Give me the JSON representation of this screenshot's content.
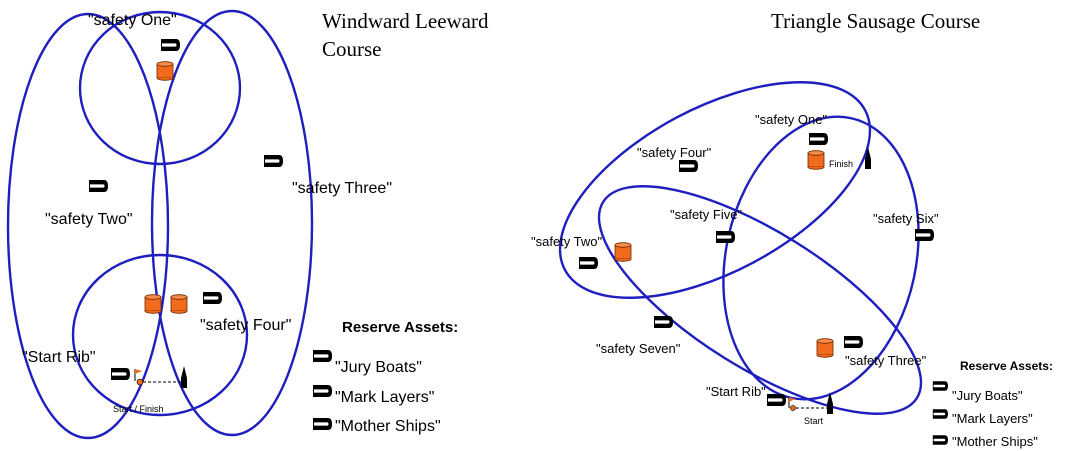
{
  "windward": {
    "title_line1": "Windward Leeward",
    "title_line2": "Course",
    "labels": {
      "safety_one": "\"safety One\"",
      "safety_two": "\"safety Two\"",
      "safety_three": "\"safety Three\"",
      "safety_four": "\"safety Four\"",
      "start_rib": "\"Start Rib\"",
      "start_finish": "Start / Finish"
    },
    "reserve": {
      "heading": "Reserve Assets:",
      "items": [
        "\"Jury Boats\"",
        "\"Mark Layers\"",
        "\"Mother Ships\""
      ]
    }
  },
  "triangle": {
    "title": "Triangle Sausage Course",
    "labels": {
      "safety_one": "\"safety One\"",
      "safety_two": "\"safety Two\"",
      "safety_three": "\"safety Three\"",
      "safety_four": "\"safety Four\"",
      "safety_five": "\"safety Five\"",
      "safety_six": "\"safety Six\"",
      "safety_seven": "\"safety Seven\"",
      "start_rib": "\"Start Rib\"",
      "finish": "Finish",
      "start": "Start"
    },
    "reserve": {
      "heading": "Reserve Assets:",
      "items": [
        "\"Jury Boats\"",
        "\"Mark Layers\"",
        "\"Mother Ships\""
      ]
    }
  },
  "colors": {
    "course_line": "#1f1fbf",
    "mark_buoy": "#f26a1b",
    "boat": "#000000"
  },
  "icons": [
    "safety-boat-icon",
    "mark-buoy-icon",
    "committee-boat-icon",
    "start-flag-icon"
  ]
}
